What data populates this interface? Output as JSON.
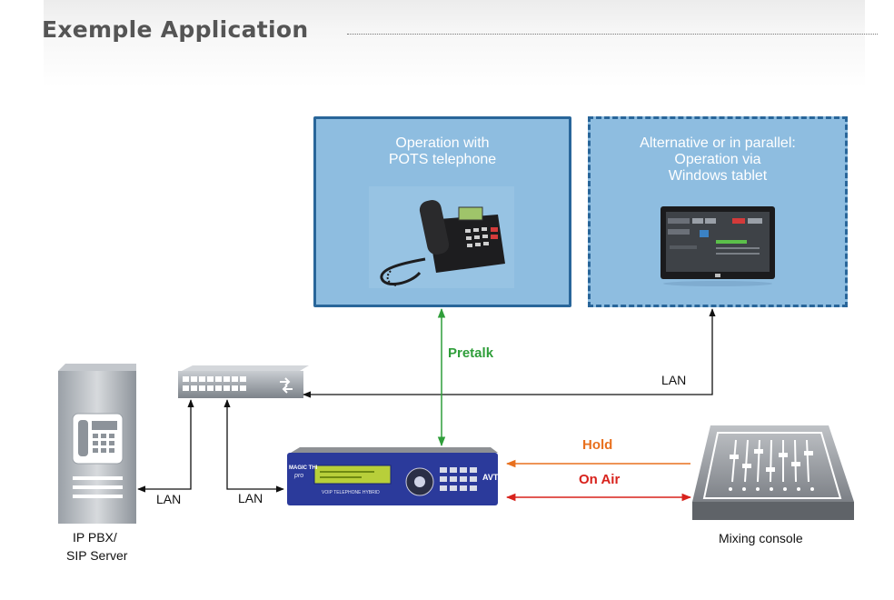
{
  "header": {
    "title": "Exemple Application"
  },
  "panels": {
    "pots": {
      "line1": "Operation with",
      "line2": "POTS telephone"
    },
    "tablet": {
      "line1": "Alternative or in parallel:",
      "line2": "Operation via",
      "line3": "Windows tablet"
    }
  },
  "devices": {
    "pbx": {
      "line1": "IP PBX/",
      "line2": "SIP Server"
    },
    "codec": {
      "brand": "MAGIC THI",
      "sub": "pro",
      "logo": "AVT",
      "caption": "VOIP TELEPHONE HYBRID"
    },
    "console": {
      "label": "Mixing console"
    }
  },
  "connections": {
    "pretalk": "Pretalk",
    "hold": "Hold",
    "on_air": "On Air",
    "lan_tablet": "LAN",
    "lan_pbx": "LAN",
    "lan_codec": "LAN"
  },
  "colors": {
    "pretalk": "#2f9e3a",
    "hold": "#e8701e",
    "on_air": "#d8221c",
    "panel_fill": "#8ebde0",
    "panel_border": "#29669a",
    "codec_body": "#2b3a9b"
  },
  "icons": [
    "desk-phone-icon",
    "tablet-icon",
    "server-icon",
    "network-switch-icon",
    "audio-codec-icon",
    "mixing-console-icon"
  ]
}
